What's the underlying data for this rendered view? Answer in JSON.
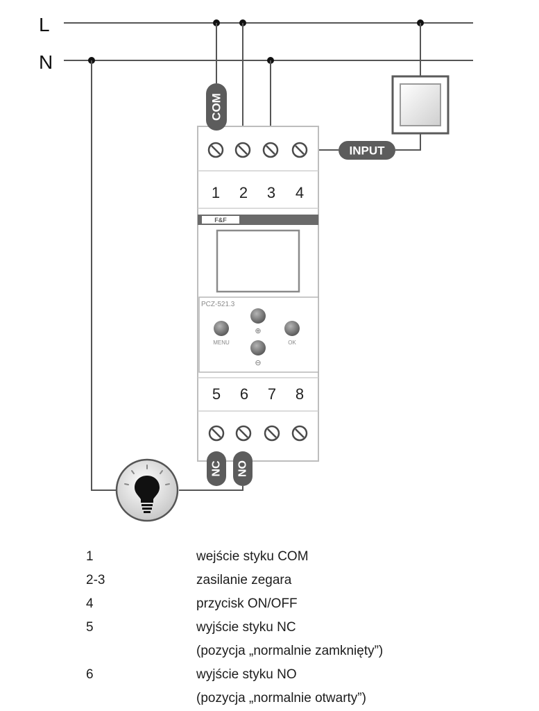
{
  "lines": {
    "l": "L",
    "n": "N"
  },
  "tags": {
    "com": "COM",
    "input": "INPUT",
    "nc": "NC",
    "no": "NO"
  },
  "terminals_top": [
    "1",
    "2",
    "3",
    "4"
  ],
  "terminals_bottom": [
    "5",
    "6",
    "7",
    "8"
  ],
  "device": {
    "model": "PCZ-521.3",
    "brand": "F&F",
    "buttons": {
      "menu": "MENU",
      "ok": "OK",
      "plus": "⊕",
      "minus": "⊖"
    }
  },
  "legend": [
    {
      "num": "1",
      "text": "wejście styku COM"
    },
    {
      "num": "2-3",
      "text": "zasilanie zegara"
    },
    {
      "num": "4",
      "text": "przycisk ON/OFF"
    },
    {
      "num": "5",
      "text": "wyjście styku NC"
    },
    {
      "num": "",
      "text": "(pozycja „normalnie zamknięty”)"
    },
    {
      "num": "6",
      "text": "wyjście styku NO"
    },
    {
      "num": "",
      "text": "(pozycja „normalnie otwarty”)"
    }
  ]
}
